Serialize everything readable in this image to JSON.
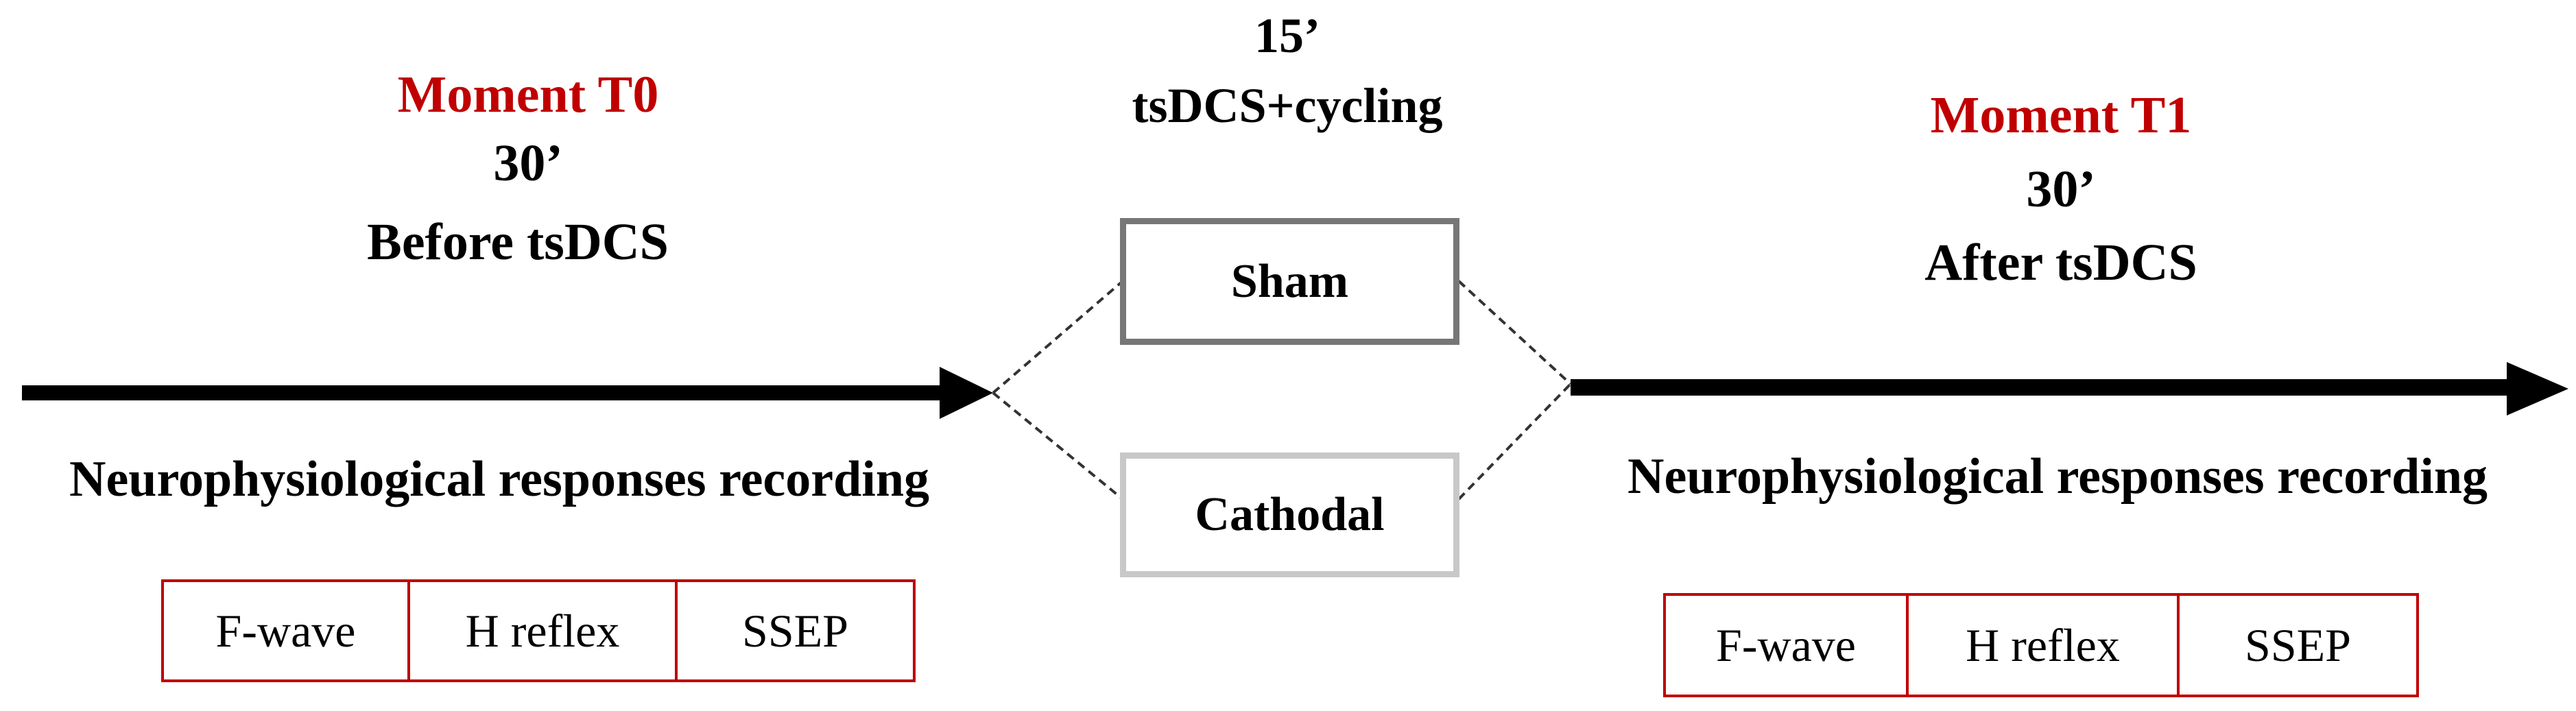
{
  "moment_t0": {
    "title": "Moment T0",
    "duration": "30’",
    "description": "Before tsDCS",
    "recording_label": "Neurophysiological responses recording",
    "measures": [
      "F-wave",
      "H reflex",
      "SSEP"
    ]
  },
  "intervention": {
    "duration": "15’",
    "description": "tsDCS+cycling",
    "conditions": [
      "Sham",
      "Cathodal"
    ]
  },
  "moment_t1": {
    "title": "Moment T1",
    "duration": "30’",
    "description": "After tsDCS",
    "recording_label": "Neurophysiological responses recording",
    "measures": [
      "F-wave",
      "H reflex",
      "SSEP"
    ]
  },
  "colors": {
    "moment_title": "#c00000",
    "table_border": "#c00000",
    "arrow": "#000000",
    "sham_border": "#777777",
    "cathodal_border": "#c8c8c8"
  }
}
